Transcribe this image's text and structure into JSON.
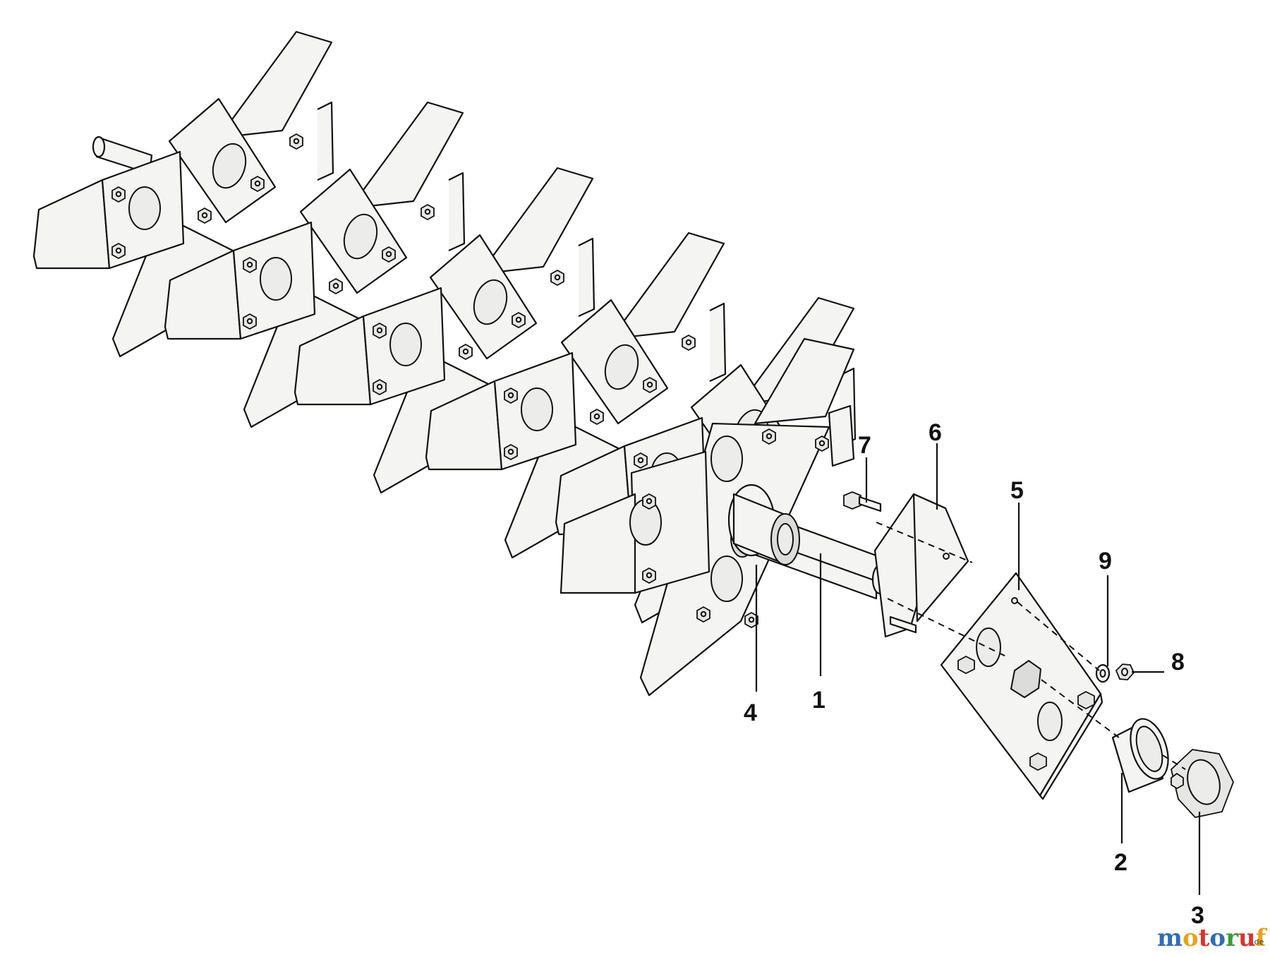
{
  "diagram": {
    "callouts": [
      "1",
      "2",
      "3",
      "4",
      "5",
      "6",
      "7",
      "8",
      "9"
    ]
  },
  "watermark": {
    "text": "motoruf",
    "suffix": ".de",
    "letter_colors": [
      "#2f6db5",
      "#e8a21a",
      "#d9342b",
      "#2f6db5",
      "#3e9b3a",
      "#d9342b",
      "#e8a21a"
    ]
  }
}
